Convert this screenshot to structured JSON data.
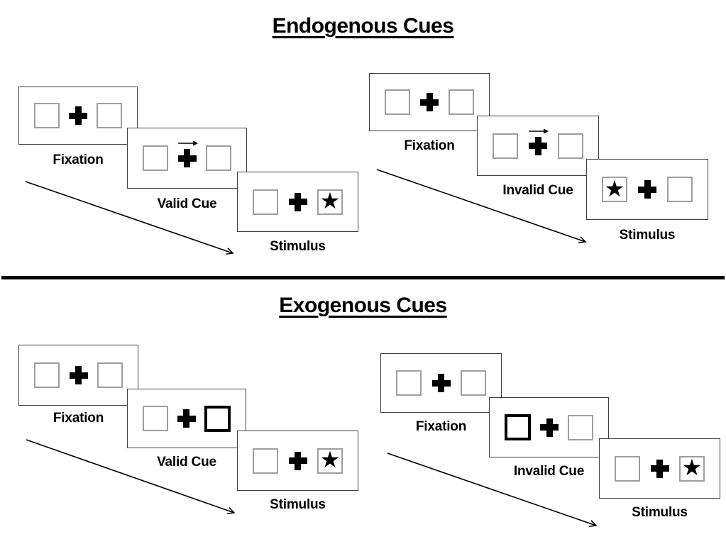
{
  "diagram_type": "posner-cueing-paradigm",
  "glyphs": {
    "star": "★"
  },
  "colors": {
    "ink": "#000000",
    "card_border": "#3f3f3f",
    "box_border": "#9e9e9e",
    "highlight_border": "#000000",
    "divider": "#000000",
    "background": "#ffffff"
  },
  "sections": [
    {
      "title": "Endogenous Cues",
      "panels": [
        {
          "name": "valid-cue-sequence",
          "cards": [
            {
              "label": "Fixation",
              "left_box": "empty",
              "right_box": "empty",
              "center": "plus"
            },
            {
              "label": "Valid Cue",
              "left_box": "empty",
              "right_box": "empty",
              "center": "plus-with-right-arrow"
            },
            {
              "label": "Stimulus",
              "left_box": "empty",
              "right_box": "star",
              "center": "plus"
            }
          ]
        },
        {
          "name": "invalid-cue-sequence",
          "cards": [
            {
              "label": "Fixation",
              "left_box": "empty",
              "right_box": "empty",
              "center": "plus"
            },
            {
              "label": "Invalid Cue",
              "left_box": "empty",
              "right_box": "empty",
              "center": "plus-with-right-arrow"
            },
            {
              "label": "Stimulus",
              "left_box": "star",
              "right_box": "empty",
              "center": "plus"
            }
          ]
        }
      ]
    },
    {
      "title": "Exogenous Cues",
      "panels": [
        {
          "name": "valid-cue-sequence",
          "cards": [
            {
              "label": "Fixation",
              "left_box": "empty",
              "right_box": "empty",
              "center": "plus"
            },
            {
              "label": "Valid Cue",
              "left_box": "empty",
              "right_box": "highlighted",
              "center": "plus"
            },
            {
              "label": "Stimulus",
              "left_box": "empty",
              "right_box": "star",
              "center": "plus"
            }
          ]
        },
        {
          "name": "invalid-cue-sequence",
          "cards": [
            {
              "label": "Fixation",
              "left_box": "empty",
              "right_box": "empty",
              "center": "plus"
            },
            {
              "label": "Invalid Cue",
              "left_box": "highlighted",
              "right_box": "empty",
              "center": "plus"
            },
            {
              "label": "Stimulus",
              "left_box": "empty",
              "right_box": "star",
              "center": "plus"
            }
          ]
        }
      ]
    }
  ]
}
